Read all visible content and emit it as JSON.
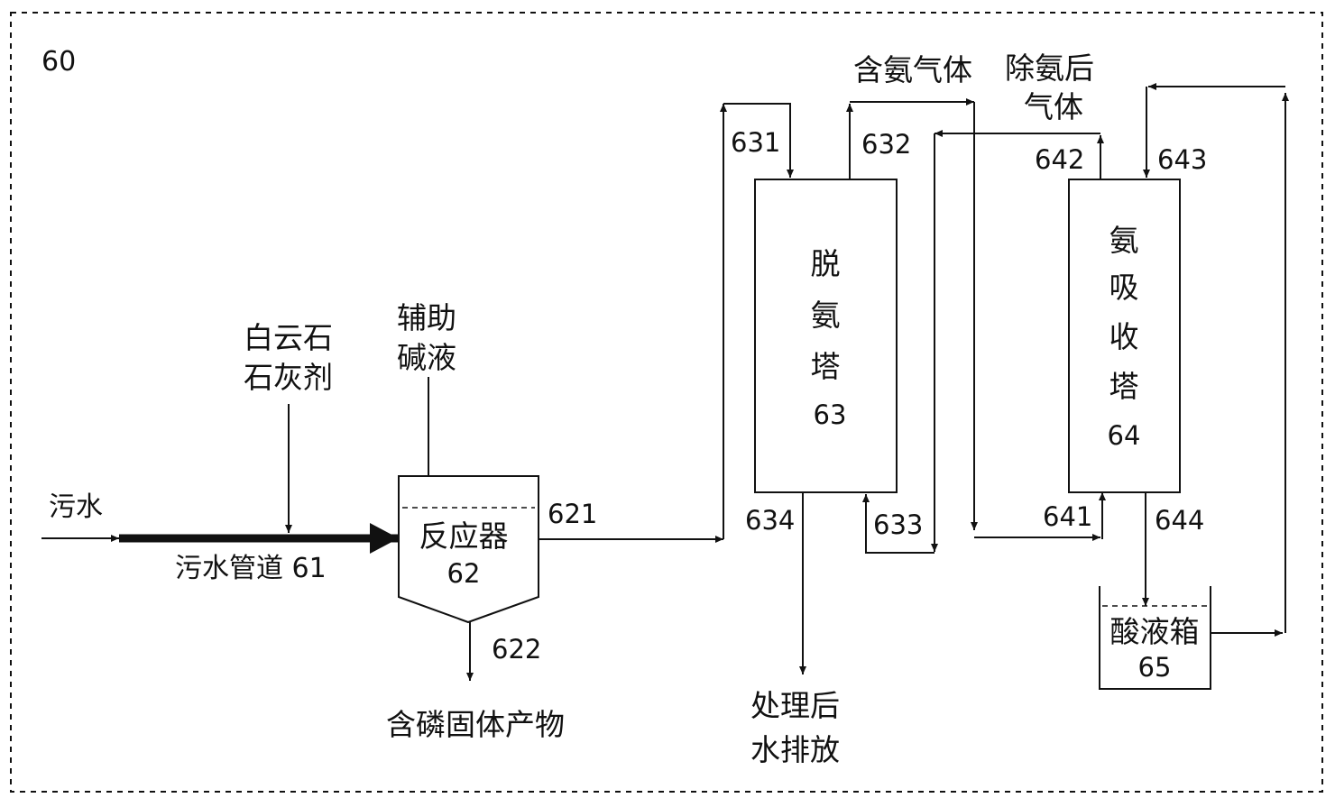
{
  "frame_label": "60",
  "inlet_label": "污水",
  "pipe_label": "污水管道 61",
  "dolomite_label": [
    "白云石",
    "石灰剂"
  ],
  "aux_alkali_label": [
    "辅助",
    "碱液"
  ],
  "reactor": {
    "name": "反应器",
    "number": "62"
  },
  "port_621": "621",
  "port_622": "622",
  "solid_product_label": "含磷固体产物",
  "stripper": {
    "chars": [
      "脱",
      "氨",
      "塔"
    ],
    "number": "63"
  },
  "port_631": "631",
  "port_632": "632",
  "port_633": "633",
  "port_634": "634",
  "ammonia_gas_label": "含氨气体",
  "deammoniated_gas_label": [
    "除氨后",
    "气体"
  ],
  "absorber": {
    "chars": [
      "氨",
      "吸",
      "收",
      "塔"
    ],
    "number": "64"
  },
  "port_641": "641",
  "port_642": "642",
  "port_643": "643",
  "port_644": "644",
  "treated_water_label": [
    "处理后",
    "水排放"
  ],
  "acid_tank": {
    "name": "酸液箱",
    "number": "65"
  }
}
